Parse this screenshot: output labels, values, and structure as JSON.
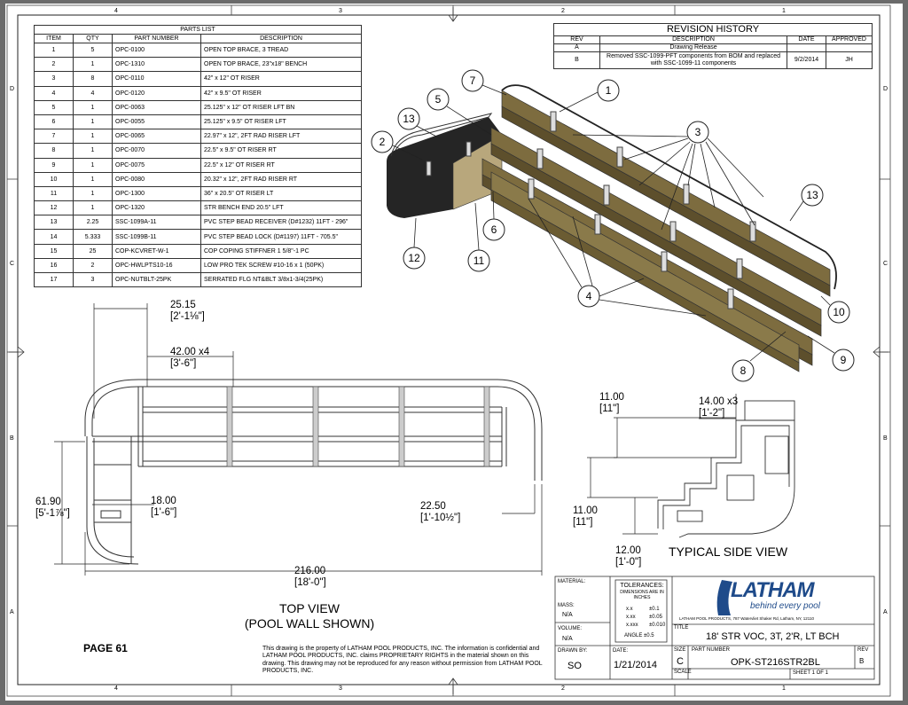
{
  "border_labels": {
    "top": [
      "4",
      "3",
      "2",
      "1"
    ],
    "bottom": [
      "4",
      "3",
      "2",
      "1"
    ],
    "left": [
      "D",
      "C",
      "B",
      "A"
    ],
    "right": [
      "D",
      "C",
      "B",
      "A"
    ]
  },
  "parts_list": {
    "title": "PARTS LIST",
    "headers": [
      "ITEM",
      "QTY",
      "PART NUMBER",
      "DESCRIPTION"
    ],
    "rows": [
      [
        "1",
        "5",
        "OPC-0100",
        "OPEN TOP BRACE, 3 TREAD"
      ],
      [
        "2",
        "1",
        "OPC-1310",
        "OPEN TOP BRACE, 23\"x18\" BENCH"
      ],
      [
        "3",
        "8",
        "OPC-0110",
        "42\" x 12\" OT RISER"
      ],
      [
        "4",
        "4",
        "OPC-0120",
        "42\" x 9.5\" OT RISER"
      ],
      [
        "5",
        "1",
        "OPC-0063",
        "25.125\" x 12\" OT RISER LFT BN"
      ],
      [
        "6",
        "1",
        "OPC-0055",
        "25.125\" x 9.5\" OT RISER LFT"
      ],
      [
        "7",
        "1",
        "OPC-0065",
        "22.97\" x 12\", 2FT RAD RISER LFT"
      ],
      [
        "8",
        "1",
        "OPC-0070",
        "22.5\" x 9.5\" OT RISER RT"
      ],
      [
        "9",
        "1",
        "OPC-0075",
        "22.5\" x 12\" OT RISER RT"
      ],
      [
        "10",
        "1",
        "OPC-0080",
        "20.32\" x 12\", 2FT RAD RISER RT"
      ],
      [
        "11",
        "1",
        "OPC-1300",
        "36\" x 20.5\" OT RISER LT"
      ],
      [
        "12",
        "1",
        "OPC-1320",
        "STR BENCH END 20.5\" LFT"
      ],
      [
        "13",
        "2.25",
        "SSC-1099A-11",
        "PVC STEP BEAD RECEIVER (D#1232) 11FT - 296\""
      ],
      [
        "14",
        "5.333",
        "SSC-1099B-11",
        "PVC STEP BEAD LOCK (D#1197) 11FT - 705.5\""
      ],
      [
        "15",
        "25",
        "COP-KCVRET-W-1",
        "COP COPING STIFFNER 1 5/8\"-1 PC"
      ],
      [
        "16",
        "2",
        "OPC-HWLPTS10-16",
        "LOW PRO TEK SCREW #10-16 x 1 (50PK)"
      ],
      [
        "17",
        "3",
        "OPC-NUTBLT-25PK",
        "SERRATED FLG NT&BLT 3/8x1-3/4(25PK)"
      ]
    ]
  },
  "revision_history": {
    "title": "REVISION HISTORY",
    "headers": [
      "REV",
      "DESCRIPTION",
      "DATE",
      "APPROVED"
    ],
    "rows": [
      [
        "A",
        "Drawing Release",
        "",
        ""
      ],
      [
        "B",
        "Removed SSC-1099-PFT components from BOM and replaced with SSC-1099-11 components",
        "9/2/2014",
        "JH"
      ]
    ]
  },
  "iso_balloons": [
    "1",
    "2",
    "3",
    "4",
    "5",
    "6",
    "7",
    "8",
    "9",
    "10",
    "11",
    "12",
    "13",
    "13"
  ],
  "top_view": {
    "dims": {
      "d1": "25.15",
      "d1_ft": "[2'-1⅛\"]",
      "d2": "42.00 x4",
      "d2_ft": "[3'-6\"]",
      "d3": "61.90",
      "d3_ft": "[5'-1⅞\"]",
      "d4": "18.00",
      "d4_ft": "[1'-6\"]",
      "d5": "22.50",
      "d5_ft": "[1'-10½\"]",
      "d6": "216.00",
      "d6_ft": "[18'-0\"]"
    },
    "caption_1": "TOP VIEW",
    "caption_2": "(POOL WALL SHOWN)"
  },
  "side_view": {
    "dims": {
      "d1": "11.00",
      "d1_ft": "[11\"]",
      "d2": "14.00 x3",
      "d2_ft": "[1'-2\"]",
      "d3": "11.00",
      "d3_ft": "[11\"]",
      "d4": "12.00",
      "d4_ft": "[1'-0\"]"
    },
    "caption": "TYPICAL SIDE VIEW"
  },
  "page_label": "PAGE 61",
  "notice": "This drawing is the property of LATHAM POOL PRODUCTS, INC. The information is confidential and LATHAM POOL PRODUCTS, INC. claims PROPRIETARY RIGHTS in the material shown on this drawing. This drawing may not be reproduced for any reason without permission from LATHAM POOL PRODUCTS, INC.",
  "title_block": {
    "material_label": "MATERIAL:",
    "mass_label": "MASS:",
    "mass_value": "N/A",
    "volume_label": "VOLUME:",
    "volume_value": "N/A",
    "drawn_label": "DRAWN BY:",
    "drawn_value": "SO",
    "date_label": "DATE:",
    "date_value": "1/21/2014",
    "tol_title": "TOLERANCES:",
    "tol_sub": "DIMENSIONS ARE IN INCHES",
    "tol_rows": [
      [
        "x.x",
        "±0.1"
      ],
      [
        "x.xx",
        "±0.05"
      ],
      [
        "x.xxx",
        "±0.010"
      ]
    ],
    "tol_angle": "ANGLE  ±0.5",
    "logo": "LATHAM",
    "tagline": "behind every pool",
    "address": "LATHAM POOL PRODUCTS, 787 Watervliet Shaker Rd, Latham, NY, 12110",
    "title_label": "TITLE",
    "title_value": "18' STR VOC, 3T, 2'R, LT BCH",
    "size_label": "SIZE",
    "size_value": "C",
    "part_label": "PART NUMBER",
    "part_value": "OPK-ST216STR2BL",
    "rev_label": "REV",
    "rev_value": "B",
    "scale_label": "SCALE",
    "sheet": "SHEET 1   OF 1"
  }
}
